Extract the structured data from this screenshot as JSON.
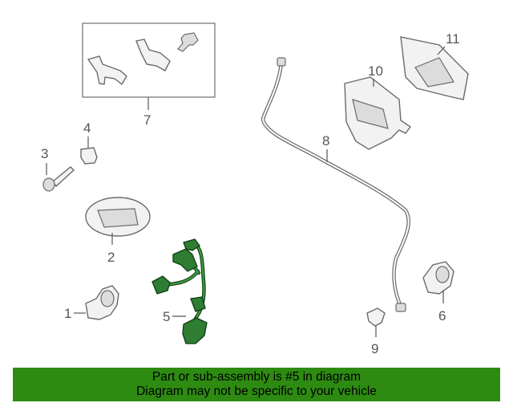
{
  "diagram": {
    "callouts": [
      "1",
      "2",
      "3",
      "4",
      "5",
      "6",
      "7",
      "8",
      "9",
      "10",
      "11"
    ],
    "highlighted_part": "5"
  },
  "banner": {
    "line1": "Part or sub-assembly is #5 in diagram",
    "line2": "Diagram may not be specific to your vehicle",
    "background": "#2e8b12"
  },
  "colors": {
    "highlight_fill": "#2e7d32",
    "highlight_outline": "#0f3d12",
    "part_outline": "#6b6b6b"
  }
}
